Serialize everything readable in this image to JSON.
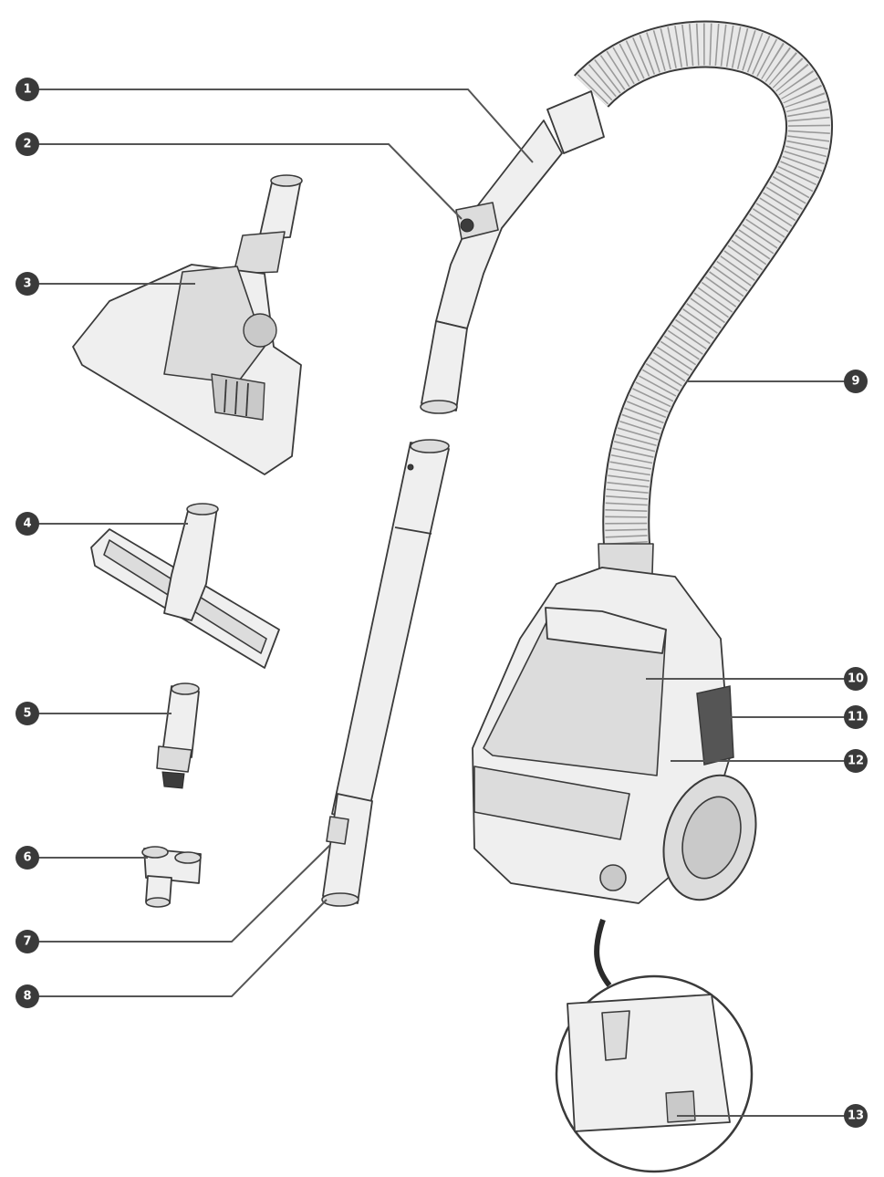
{
  "callouts": [
    {
      "id": "1",
      "label": "1"
    },
    {
      "id": "2",
      "label": "2"
    },
    {
      "id": "3",
      "label": "3"
    },
    {
      "id": "4",
      "label": "4"
    },
    {
      "id": "5",
      "label": "5"
    },
    {
      "id": "6",
      "label": "6"
    },
    {
      "id": "7",
      "label": "7"
    },
    {
      "id": "8",
      "label": "8"
    },
    {
      "id": "9",
      "label": "9"
    },
    {
      "id": "10",
      "label": "10"
    },
    {
      "id": "11",
      "label": "11"
    },
    {
      "id": "12",
      "label": "12"
    },
    {
      "id": "13",
      "label": "13"
    }
  ],
  "colors": {
    "line": "#3a3a3a",
    "fill_light": "#efefef",
    "fill_mid": "#dcdcdc",
    "badge": "#3a3a3a"
  }
}
